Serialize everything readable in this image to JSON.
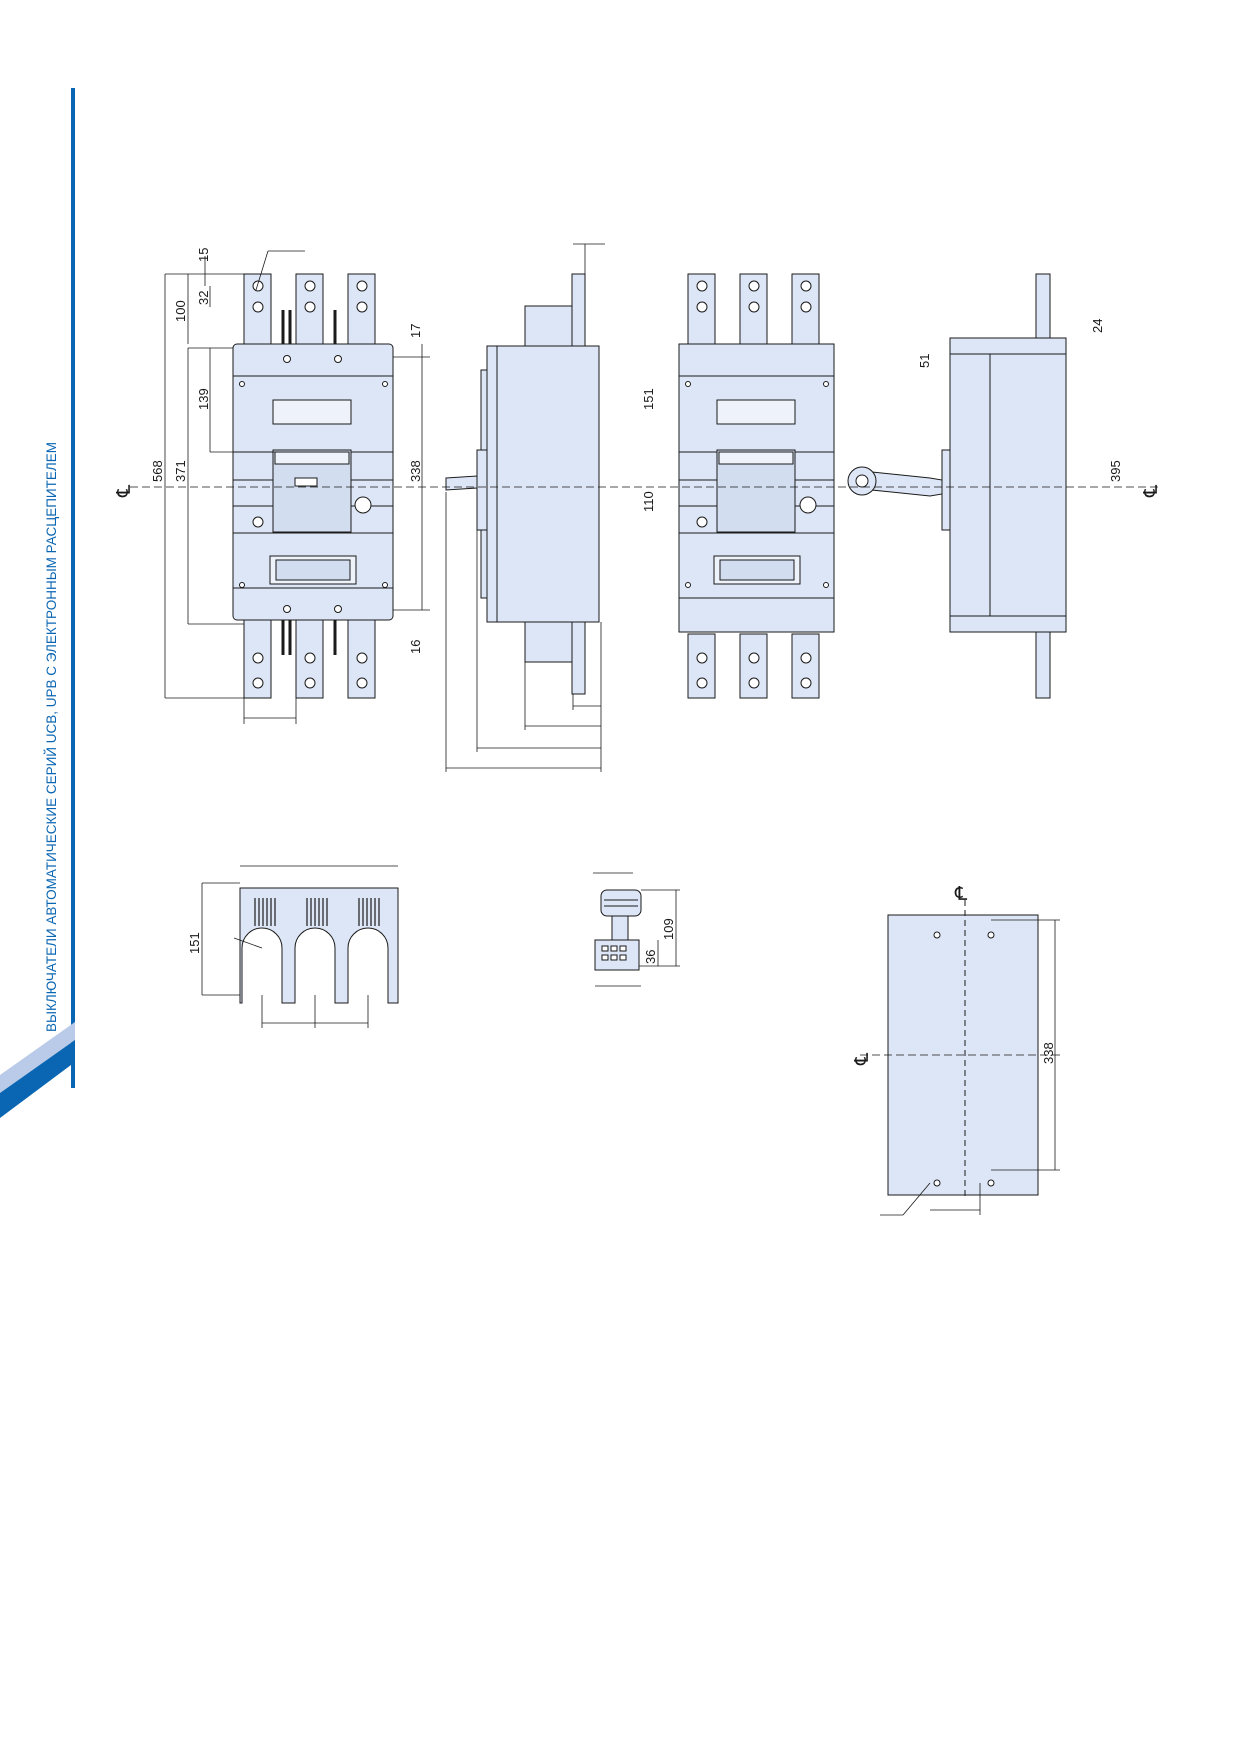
{
  "side_title": "ВЫКЛЮЧАТЕЛИ АВТОМАТИЧЕСКИЕ СЕРИЙ UCB, UPB С ЭЛЕКТРОННЫМ РАСЦЕПИТЕЛЕМ",
  "colors": {
    "accent": "#0a66b3",
    "accent_light": "#b9cbe8",
    "part_fill": "#dde6f6",
    "line": "#1a1a1a"
  },
  "centerline_symbol": "℄",
  "dimensions": {
    "d15": "15",
    "d32": "32",
    "d100": "100",
    "d139": "139",
    "d568": "568",
    "d371": "371",
    "d17": "17",
    "d338": "338",
    "d16": "16",
    "d151": "151",
    "d110": "110",
    "d51": "51",
    "d24": "24",
    "d395": "395",
    "d151b": "151",
    "d109": "109",
    "d36": "36",
    "d338b": "338"
  }
}
